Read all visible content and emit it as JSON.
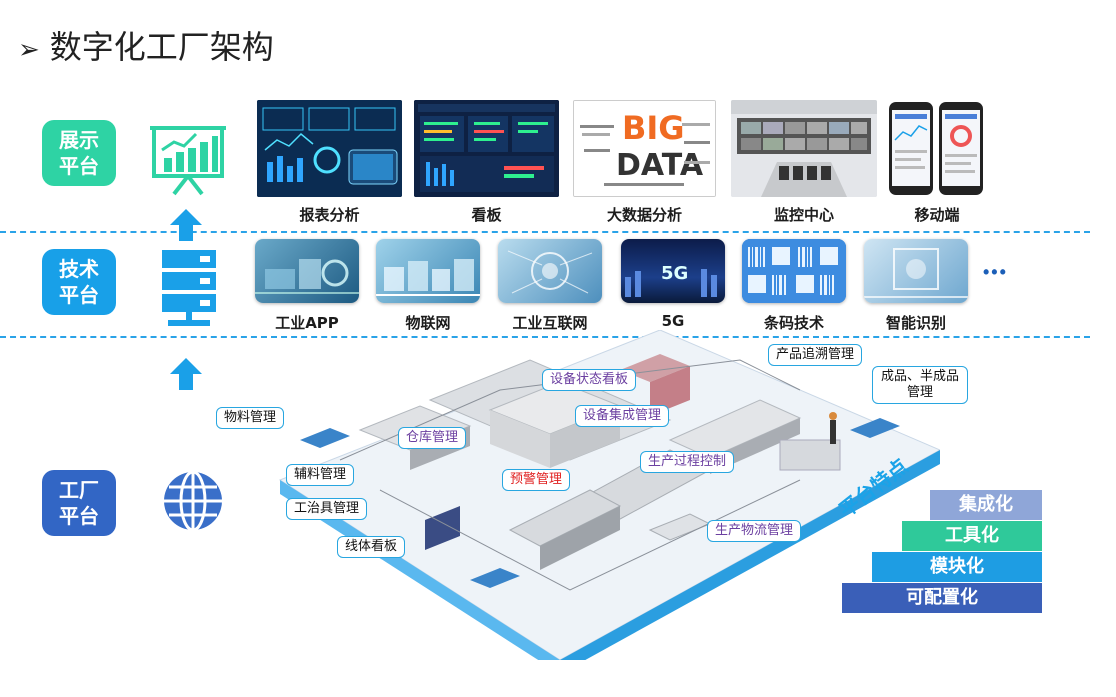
{
  "page": {
    "title": "数字化工厂架构",
    "title_marker": "➢"
  },
  "layers": {
    "display": "展示平台",
    "display_l1": "展示",
    "display_l2": "平台",
    "tech_l1": "技术",
    "tech_l2": "平台",
    "factory_l1": "工厂",
    "factory_l2": "平台"
  },
  "display_items": [
    {
      "label": "报表分析",
      "icon": "dashboard-screenshot"
    },
    {
      "label": "看板",
      "icon": "kanban-screenshot"
    },
    {
      "label": "大数据分析",
      "icon": "big-data-wordcloud"
    },
    {
      "label": "监控中心",
      "icon": "monitoring-room"
    },
    {
      "label": "移动端",
      "icon": "mobile-phones"
    }
  ],
  "big_data_words": {
    "big": "BIG",
    "data": "DATA"
  },
  "tech_items": [
    {
      "label": "工业APP",
      "icon": "industrial-app-photo"
    },
    {
      "label": "物联网",
      "icon": "iot-photo"
    },
    {
      "label": "工业互联网",
      "icon": "industrial-internet-photo"
    },
    {
      "label": "5G",
      "icon": "5g-photo"
    },
    {
      "label": "条码技术",
      "icon": "barcode-photo"
    },
    {
      "label": "智能识别",
      "icon": "recognition-photo"
    }
  ],
  "tech_more": "•••",
  "tech_5g_text": "5G",
  "factory_callouts": {
    "material": "物料管理",
    "auxiliary": "辅料管理",
    "fixture": "工治具管理",
    "line_board": "线体看板",
    "warehouse": "仓库管理",
    "equipment_status": "设备状态看板",
    "equipment_integration": "设备集成管理",
    "alarm": "预警管理",
    "process_control": "生产过程控制",
    "logistics": "生产物流管理",
    "traceability": "产品追溯管理",
    "products": "成品、半成品管理"
  },
  "features": {
    "title": "平台特点",
    "items": [
      {
        "label": "集成化",
        "color": "#8fa6d8"
      },
      {
        "label": "工具化",
        "color": "#2fc99a"
      },
      {
        "label": "模块化",
        "color": "#1e9de3"
      },
      {
        "label": "可配置化",
        "color": "#3a5fb8"
      }
    ]
  },
  "colors": {
    "display_btn": "#2ed3a4",
    "tech_btn": "#18a0e8",
    "factory_btn": "#3266c5",
    "dash": "#2aa3e8"
  }
}
